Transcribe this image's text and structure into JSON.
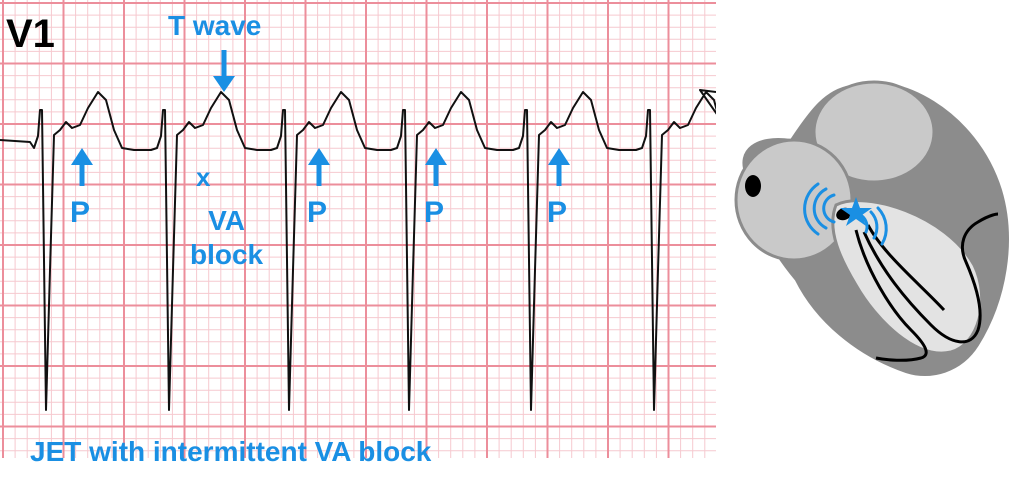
{
  "lead_label": "V1",
  "t_wave_label": "T wave",
  "blocked_marker": "x",
  "va_block_label_line1": "VA",
  "va_block_label_line2": "block",
  "p_wave_label": "P",
  "caption": "JET with intermittent VA block",
  "colors": {
    "annotation": "#1a8fe3",
    "grid_minor": "#f6c9cf",
    "grid_major": "#ec8e9b",
    "trace": "#111111",
    "heart_outer": "#8c8c8c",
    "heart_inner": "#c9c9c9",
    "heart_chamber": "#e3e3e3"
  },
  "icons": [
    "down-arrow-icon",
    "up-arrow-icon",
    "heart-icon",
    "star-icon",
    "signal-wave-icon"
  ]
}
